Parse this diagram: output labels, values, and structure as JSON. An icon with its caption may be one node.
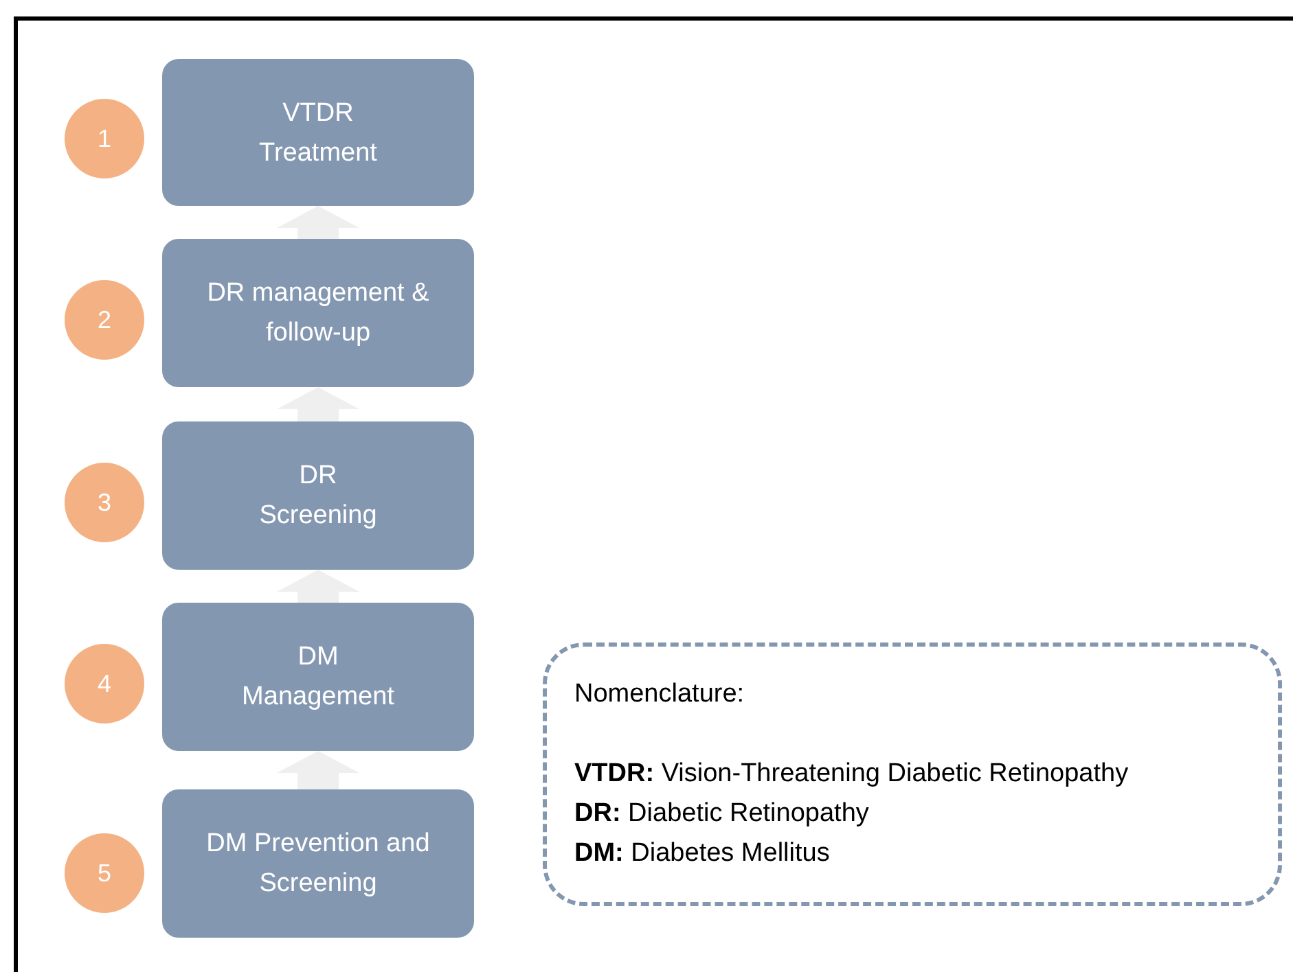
{
  "diagram": {
    "nodes": [
      {
        "text": [
          "1"
        ]
      },
      {
        "text": [
          "VTDR Treatment"
        ]
      },
      {
        "text": [
          "2"
        ]
      },
      {
        "text": [
          "DR management & follow-up"
        ]
      },
      {
        "text": [
          "3"
        ]
      },
      {
        "text": [
          "DR Screening"
        ]
      },
      {
        "text": [
          "4"
        ]
      },
      {
        "text": [
          "DM Management"
        ]
      },
      {
        "text": [
          "5"
        ]
      },
      {
        "text": [
          "DM Prevention and Screening"
        ]
      },
      {
        "text": [
          "Nomenclature:",
          "**VTDR:** Vision-Threatening Diabetic Retinopathy",
          "**DR:** Diabetic Retinopathy",
          "**DM:** Diabetes Mellitus"
        ]
      }
    ],
    "edges": [
      {
        "from": 9,
        "to": 7,
        "arrow": "to"
      },
      {
        "from": 7,
        "to": 5,
        "arrow": "to"
      },
      {
        "from": 5,
        "to": 3,
        "arrow": "to"
      },
      {
        "from": 3,
        "to": 1,
        "arrow": "to"
      }
    ]
  }
}
